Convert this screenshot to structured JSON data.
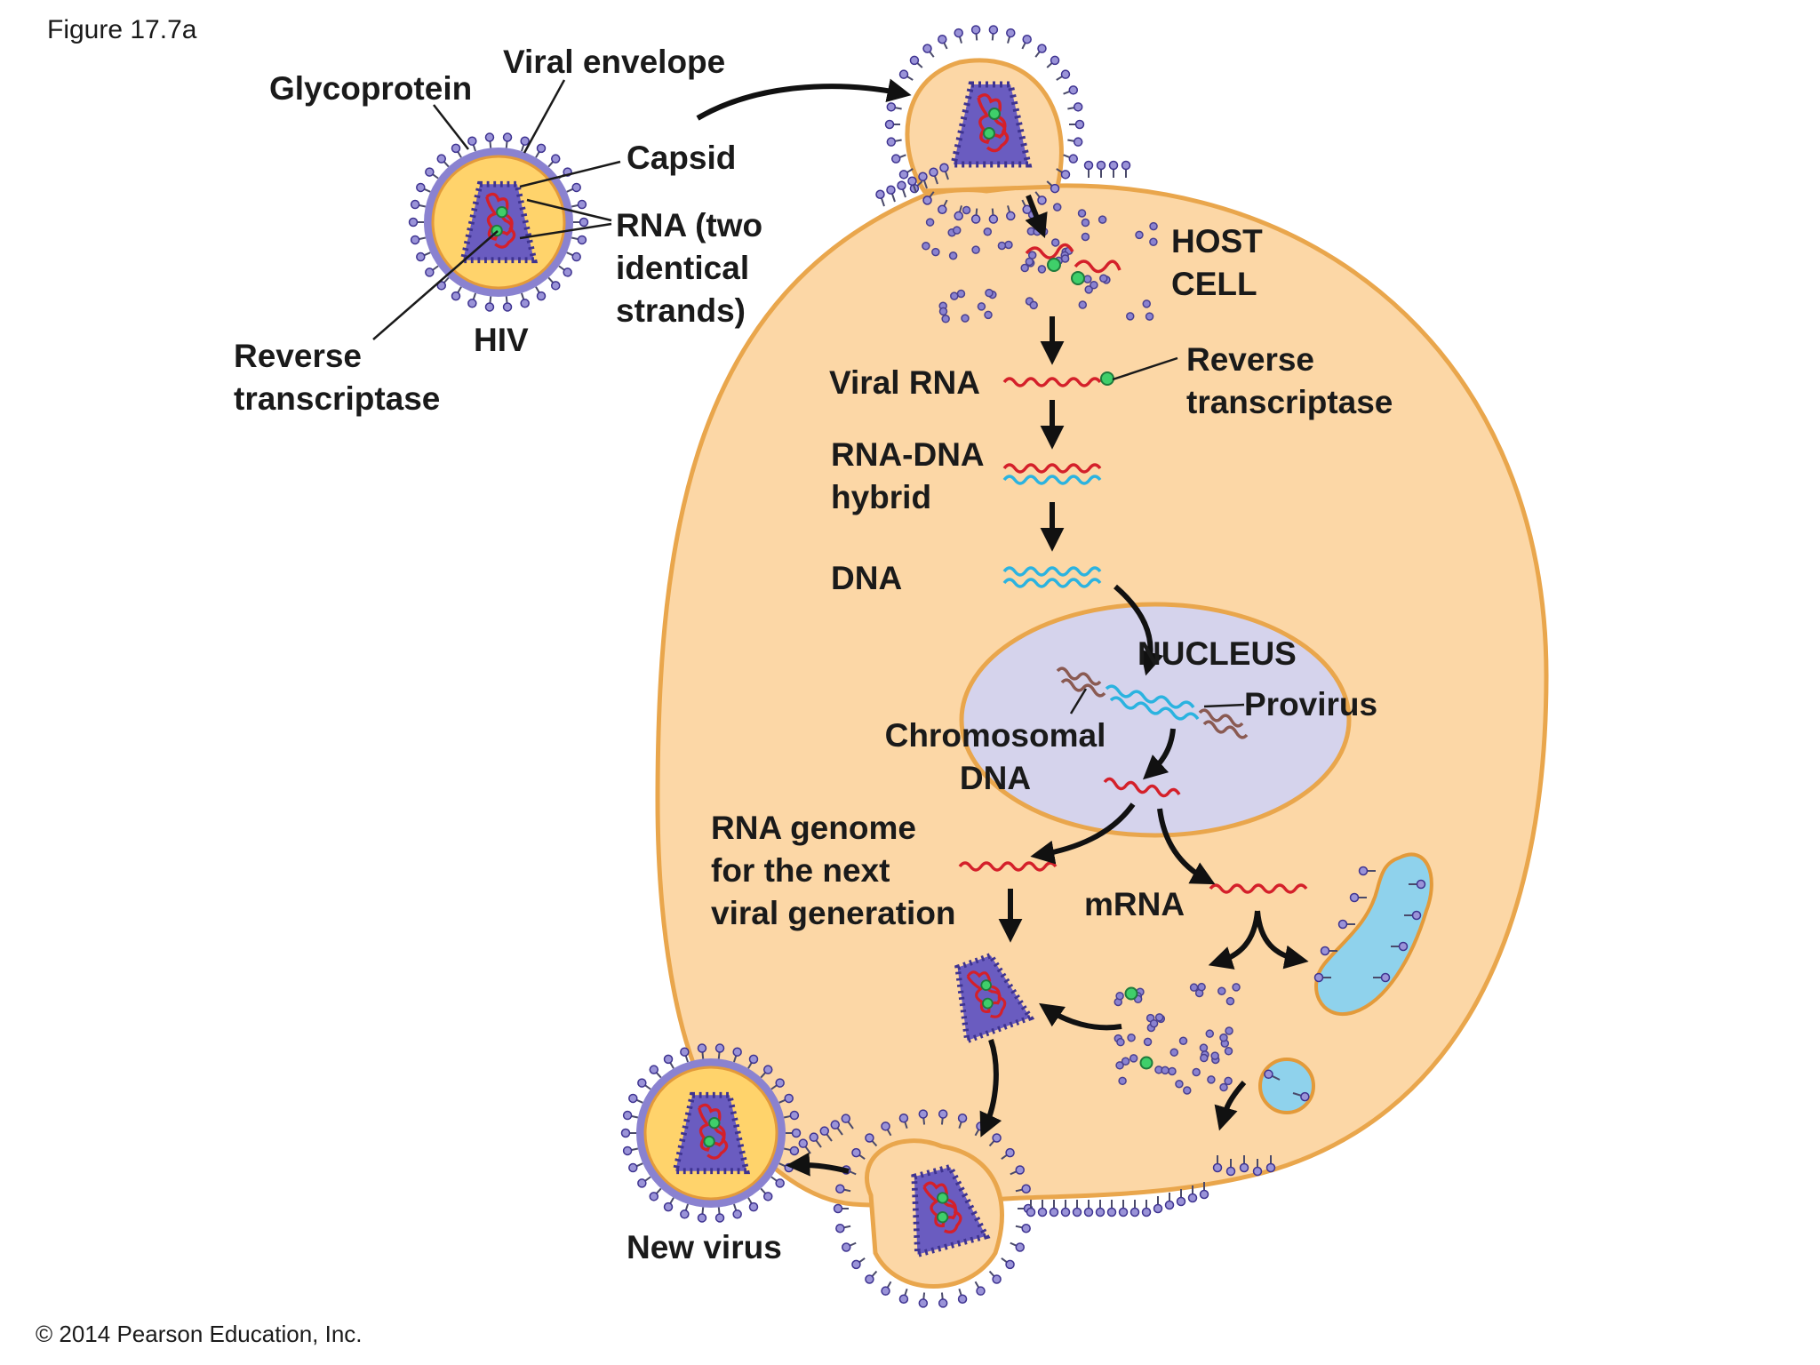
{
  "figure_label": "Figure 17.7a",
  "copyright": "© 2014 Pearson Education, Inc.",
  "labels": {
    "glycoprotein": "Glycoprotein",
    "viral_envelope": "Viral envelope",
    "capsid": "Capsid",
    "rna_two": [
      "RNA (two",
      "identical",
      "strands)"
    ],
    "hiv": "HIV",
    "reverse_transcriptase_left": [
      "Reverse",
      "transcriptase"
    ],
    "host_cell": [
      "HOST",
      "CELL"
    ],
    "viral_rna": "Viral RNA",
    "reverse_transcriptase_right": [
      "Reverse",
      "transcriptase"
    ],
    "rna_dna_hybrid": [
      "RNA-DNA",
      "hybrid"
    ],
    "dna": "DNA",
    "nucleus": "NUCLEUS",
    "provirus": "Provirus",
    "chromosomal_dna": [
      "Chromosomal",
      "DNA"
    ],
    "rna_genome": [
      "RNA genome",
      "for the next",
      "viral generation"
    ],
    "mrna": "mRNA",
    "new_virus": "New virus"
  },
  "colors": {
    "host_cell_fill": "#fcd7a6",
    "host_cell_outline": "#e9a64c",
    "nucleus_fill": "#d5d3ec",
    "viral_envelope": "#ffd36b",
    "capsid": "#6a5cc0",
    "rna": "#d4202a",
    "dna": "#2bb3e0",
    "chromosomal_dna": "#8a5a52",
    "reverse_transcriptase": "#3fcf6a",
    "er_vesicle": "#8fd2ec"
  }
}
